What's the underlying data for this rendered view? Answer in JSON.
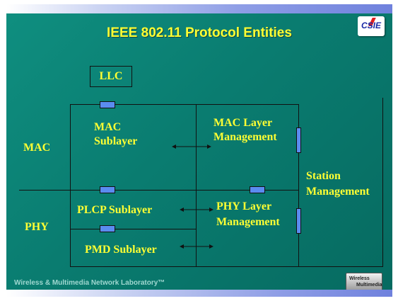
{
  "title": "IEEE 802.11 Protocol Entities",
  "logo": {
    "text": "CSIE"
  },
  "labels": {
    "llc": "LLC",
    "mac": "MAC",
    "phy": "PHY",
    "mac_sublayer_line1": "MAC",
    "mac_sublayer_line2": "Sublayer",
    "mac_mgmt_line1": "MAC Layer",
    "mac_mgmt_line2": "Management",
    "plcp_sublayer": "PLCP Sublayer",
    "phy_mgmt_line1": "PHY Layer",
    "phy_mgmt_line2": "Management",
    "pmd_sublayer": "PMD Sublayer",
    "station_line1": "Station",
    "station_line2": "Management"
  },
  "footer": "Wireless & Multimedia Network Laboratory™",
  "footer_logo": {
    "line1": "Wireless",
    "line2": "Multimedia"
  },
  "colors": {
    "background": "#0a7c70",
    "label": "#ffff33",
    "connector": "#5b8cf0",
    "bar": "#8f9ee6"
  }
}
